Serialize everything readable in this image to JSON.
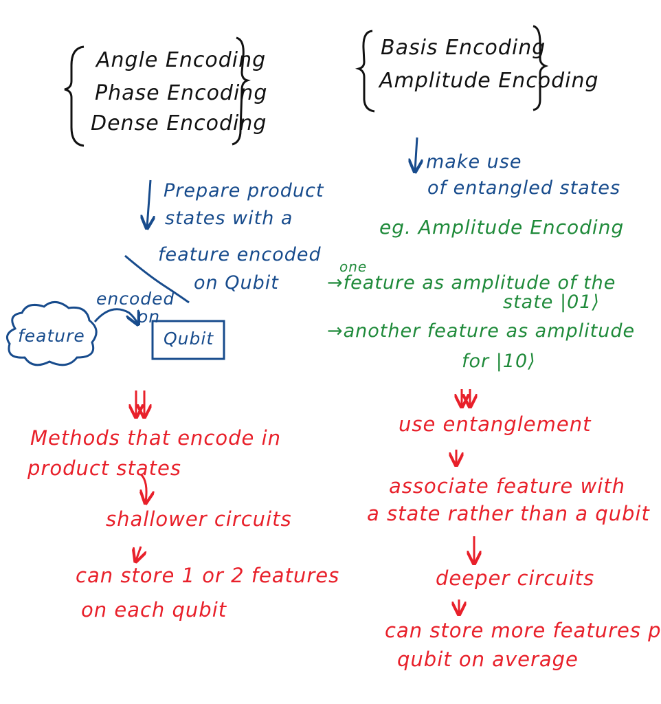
{
  "colors": {
    "ink_black": "#111111",
    "ink_blue": "#174b8c",
    "ink_green": "#1f8a3a",
    "ink_red": "#e8202a",
    "background": "#ffffff"
  },
  "left": {
    "group": [
      "Angle Encoding",
      "Phase Encoding",
      "Dense Encoding"
    ],
    "note_blue": [
      "Prepare product",
      "states with a",
      "feature encoded",
      "on Qubit"
    ],
    "diagram": {
      "cloud_label": "feature",
      "arrow_label_1": "encoded",
      "arrow_label_2": "on",
      "box_label": "Qubit"
    },
    "red": {
      "line1": "Methods that encode in",
      "line2": "product states",
      "line3": "shallower circuits",
      "line4": "can store 1 or 2 features",
      "line5": "on each qubit"
    }
  },
  "right": {
    "group": [
      "Basis Encoding",
      "Amplitude Encoding"
    ],
    "note_blue": [
      "make use",
      "of entangled states"
    ],
    "green": {
      "example": "eg. Amplitude Encoding",
      "one": "one",
      "bullet1a": "→feature as amplitude of the",
      "bullet1b": "state |01⟩",
      "bullet2a": "→another feature as amplitude",
      "bullet2b": "for |10⟩"
    },
    "red": {
      "line1": "use entanglement",
      "line2": "associate feature with",
      "line3": "a state rather than a qubit",
      "line4": "deeper circuits",
      "line5": "can store more features per",
      "line6": "qubit on average"
    }
  }
}
